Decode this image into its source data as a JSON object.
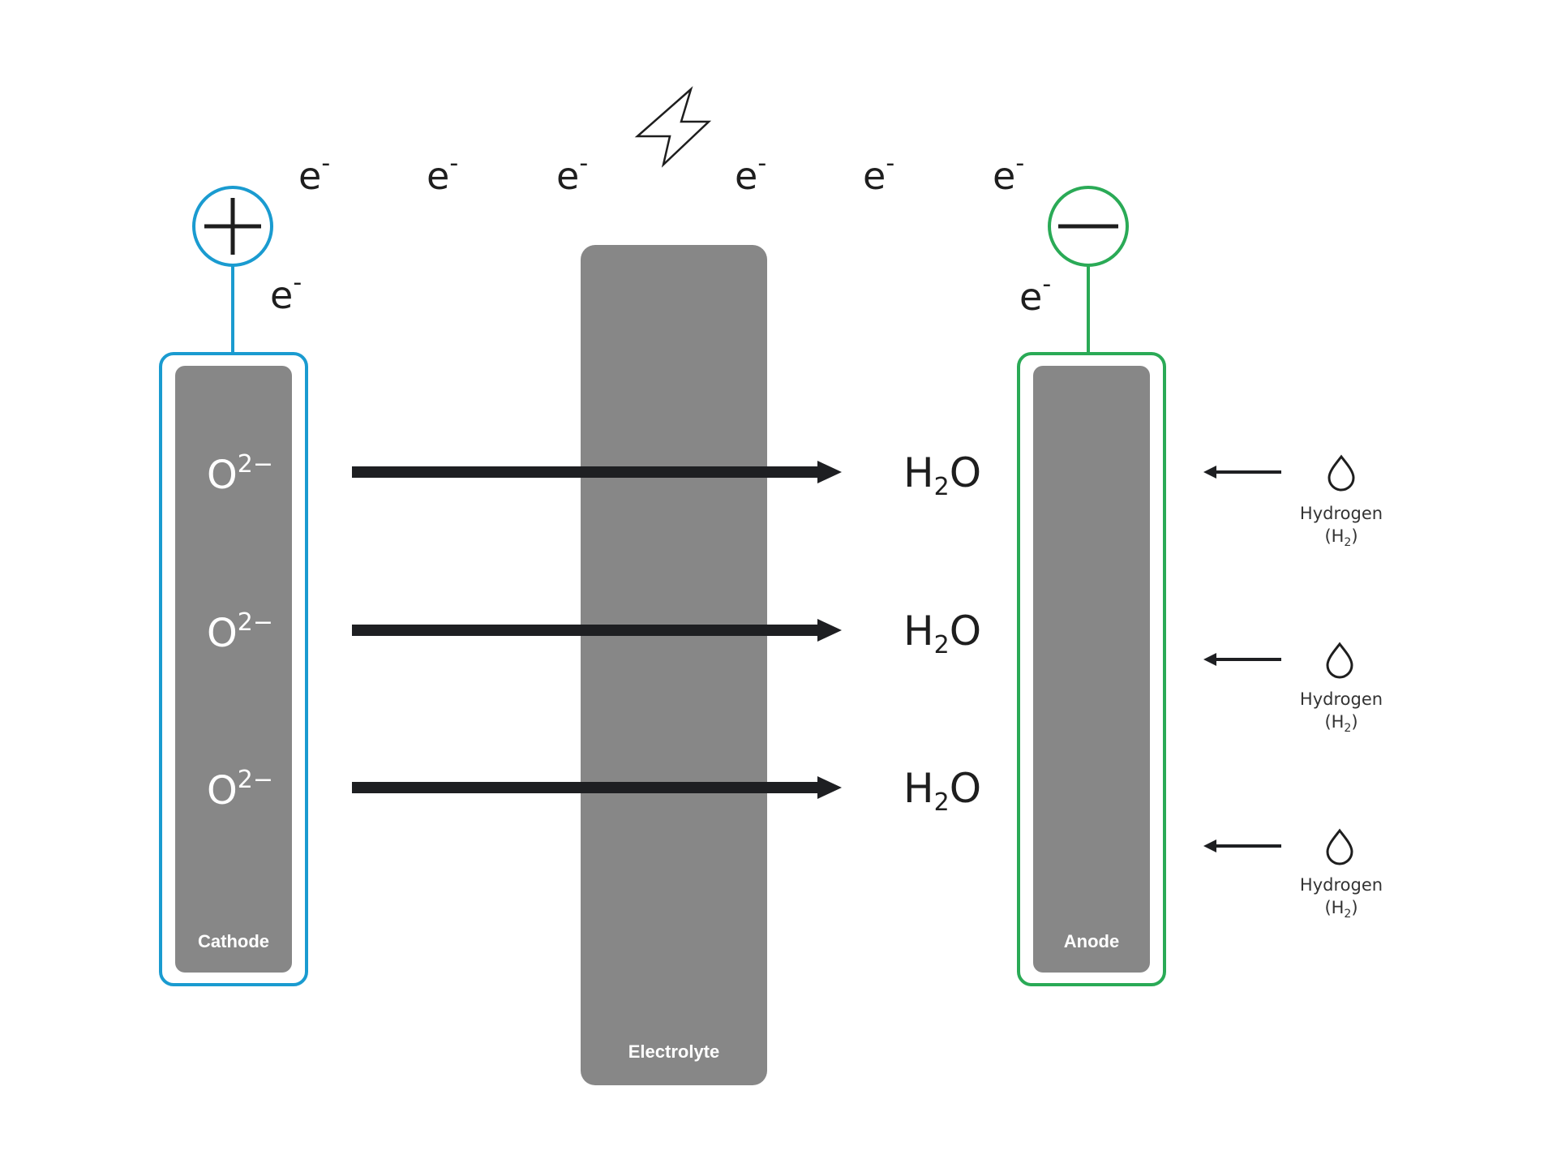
{
  "colors": {
    "cathode": "#1a9bd0",
    "anode": "#2aaa56",
    "slab": "#878787",
    "arrow": "#1e1f22",
    "text": "#1e1e1e"
  },
  "wire": {
    "positive_terminal_icon": "plus-icon",
    "negative_terminal_icon": "minus-icon",
    "power_icon": "lightning-bolt-icon"
  },
  "electrons": [
    {
      "base": "e",
      "sup": "-"
    },
    {
      "base": "e",
      "sup": "-"
    },
    {
      "base": "e",
      "sup": "-"
    },
    {
      "base": "e",
      "sup": "-"
    },
    {
      "base": "e",
      "sup": "-"
    },
    {
      "base": "e",
      "sup": "-"
    },
    {
      "base": "e",
      "sup": "-"
    },
    {
      "base": "e",
      "sup": "-"
    }
  ],
  "cathode": {
    "label": "Cathode",
    "ions": [
      {
        "base": "O",
        "sup": "2−"
      },
      {
        "base": "O",
        "sup": "2−"
      },
      {
        "base": "O",
        "sup": "2−"
      }
    ]
  },
  "electrolyte": {
    "label": "Electrolyte"
  },
  "anode": {
    "label": "Anode"
  },
  "products": [
    {
      "pre": "H",
      "sub": "2",
      "post": "O"
    },
    {
      "pre": "H",
      "sub": "2",
      "post": "O"
    },
    {
      "pre": "H",
      "sub": "2",
      "post": "O"
    }
  ],
  "fuel_inputs": [
    {
      "icon": "droplet-icon",
      "name": "Hydrogen",
      "formula_open": "(H",
      "formula_sub": "2",
      "formula_close": ")"
    },
    {
      "icon": "droplet-icon",
      "name": "Hydrogen",
      "formula_open": "(H",
      "formula_sub": "2",
      "formula_close": ")"
    },
    {
      "icon": "droplet-icon",
      "name": "Hydrogen",
      "formula_open": "(H",
      "formula_sub": "2",
      "formula_close": ")"
    }
  ]
}
